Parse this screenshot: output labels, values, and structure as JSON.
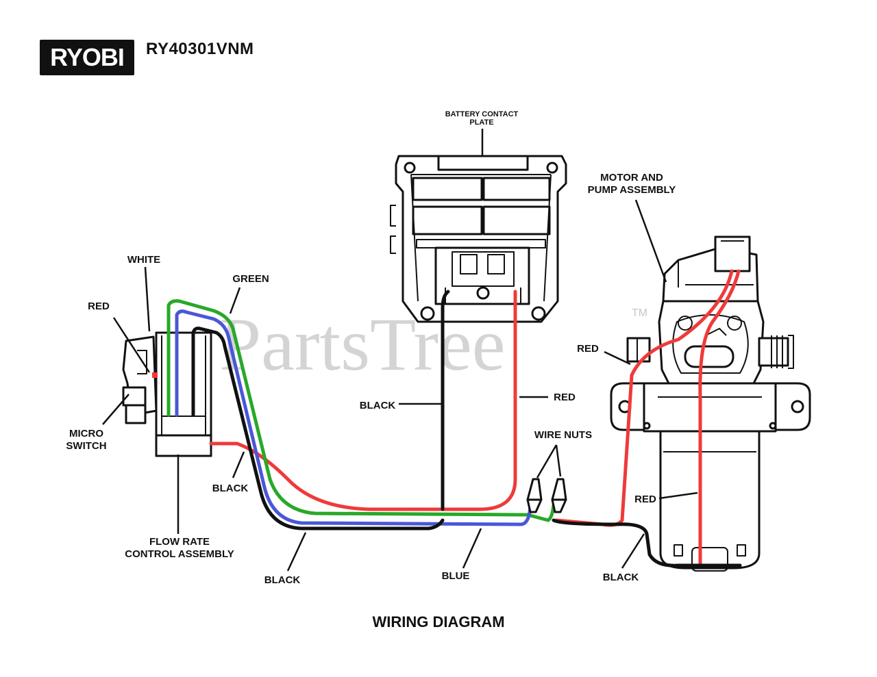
{
  "header": {
    "brand_logo_text": "RYOBI",
    "model": "RY40301VNM"
  },
  "watermark": {
    "text": "PartsTree",
    "trademark": "TM"
  },
  "labels": {
    "battery_contact_plate": [
      "BATTERY CONTACT",
      "PLATE"
    ],
    "motor_pump_assembly": [
      "MOTOR AND",
      "PUMP ASSEMBLY"
    ],
    "white": "WHITE",
    "green": "GREEN",
    "red_micro": "RED",
    "micro_switch": [
      "MICRO",
      "SWITCH"
    ],
    "black_center": "BLACK",
    "red_center": "RED",
    "wire_nuts": "WIRE NUTS",
    "red_motor_top": "RED",
    "red_motor_bottom": "RED",
    "black_flow": "BLACK",
    "flow_rate_control": [
      "FLOW RATE",
      "CONTROL ASSEMBLY"
    ],
    "black_bottom_left": "BLACK",
    "blue": "BLUE",
    "black_bottom_right": "BLACK"
  },
  "footer": {
    "title": "WIRING DIAGRAM"
  },
  "colors": {
    "wire_red": "#ef3a3a",
    "wire_green": "#29a829",
    "wire_blue": "#4a57d6",
    "wire_black": "#111111"
  }
}
